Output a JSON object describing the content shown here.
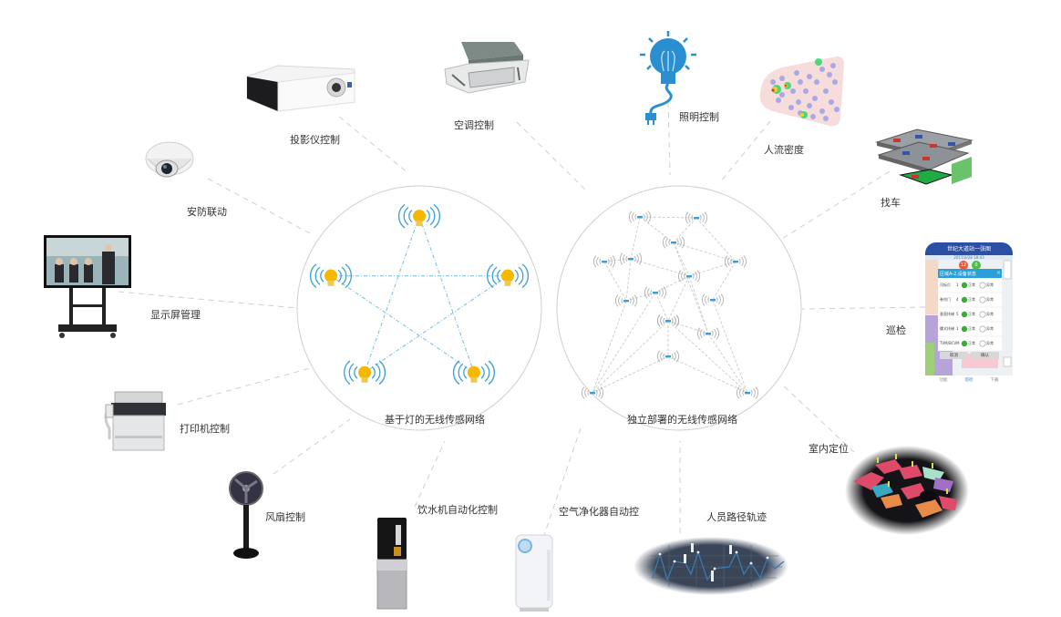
{
  "hubs": {
    "light_network": {
      "label": "基于灯的无线传感网络",
      "node_count": 5
    },
    "standalone_network": {
      "label": "独立部署的无线传感网络",
      "node_count": 16
    }
  },
  "devices": [
    {
      "id": "projector",
      "label": "投影仪控制"
    },
    {
      "id": "air-conditioner",
      "label": "空调控制"
    },
    {
      "id": "lighting",
      "label": "照明控制"
    },
    {
      "id": "security-camera",
      "label": "安防联动"
    },
    {
      "id": "display-screen",
      "label": "显示屏管理"
    },
    {
      "id": "printer",
      "label": "打印机控制"
    },
    {
      "id": "fan",
      "label": "风扇控制"
    },
    {
      "id": "water-dispenser",
      "label": "饮水机自动化控制"
    },
    {
      "id": "air-purifier",
      "label": "空气净化器自动控"
    },
    {
      "id": "crowd-density",
      "label": "人流密度"
    },
    {
      "id": "car-finding",
      "label": "找车"
    },
    {
      "id": "patrol",
      "label": "巡检"
    },
    {
      "id": "indoor-positioning",
      "label": "室内定位"
    },
    {
      "id": "person-trajectory",
      "label": "人员路径轨迹"
    }
  ],
  "phone": {
    "title": "世纪大道站一张图",
    "timestamp": "2017/2/28 18:43",
    "badge_red": "12",
    "badge_green": "0",
    "dialog_title": "区域A-2,设备状态",
    "rows": [
      {
        "name": "司标灯",
        "count": "1",
        "ok": "正常",
        "bad": "异常"
      },
      {
        "name": "卷帘门",
        "count": "4",
        "ok": "正常",
        "bad": "异常"
      },
      {
        "name": "垂直扶梯",
        "count": "5",
        "ok": "正常",
        "bad": "异常"
      },
      {
        "name": "螺式扶梯",
        "count": "1",
        "ok": "正常",
        "bad": "异常"
      },
      {
        "name": "TVM/BCVM",
        "count": "",
        "ok": "正常",
        "bad": "异常"
      }
    ],
    "cancel": "取消",
    "confirm": "确认",
    "tabs": [
      "功能",
      "巡检",
      "下载"
    ]
  },
  "colors": {
    "bulb": "#f5b800",
    "signal": "#3a9fd8",
    "line": "#c8c8c8",
    "circle": "#cfcfcf",
    "phone_header": "#2c4fa6",
    "dialog_header": "#2a9fd8"
  }
}
